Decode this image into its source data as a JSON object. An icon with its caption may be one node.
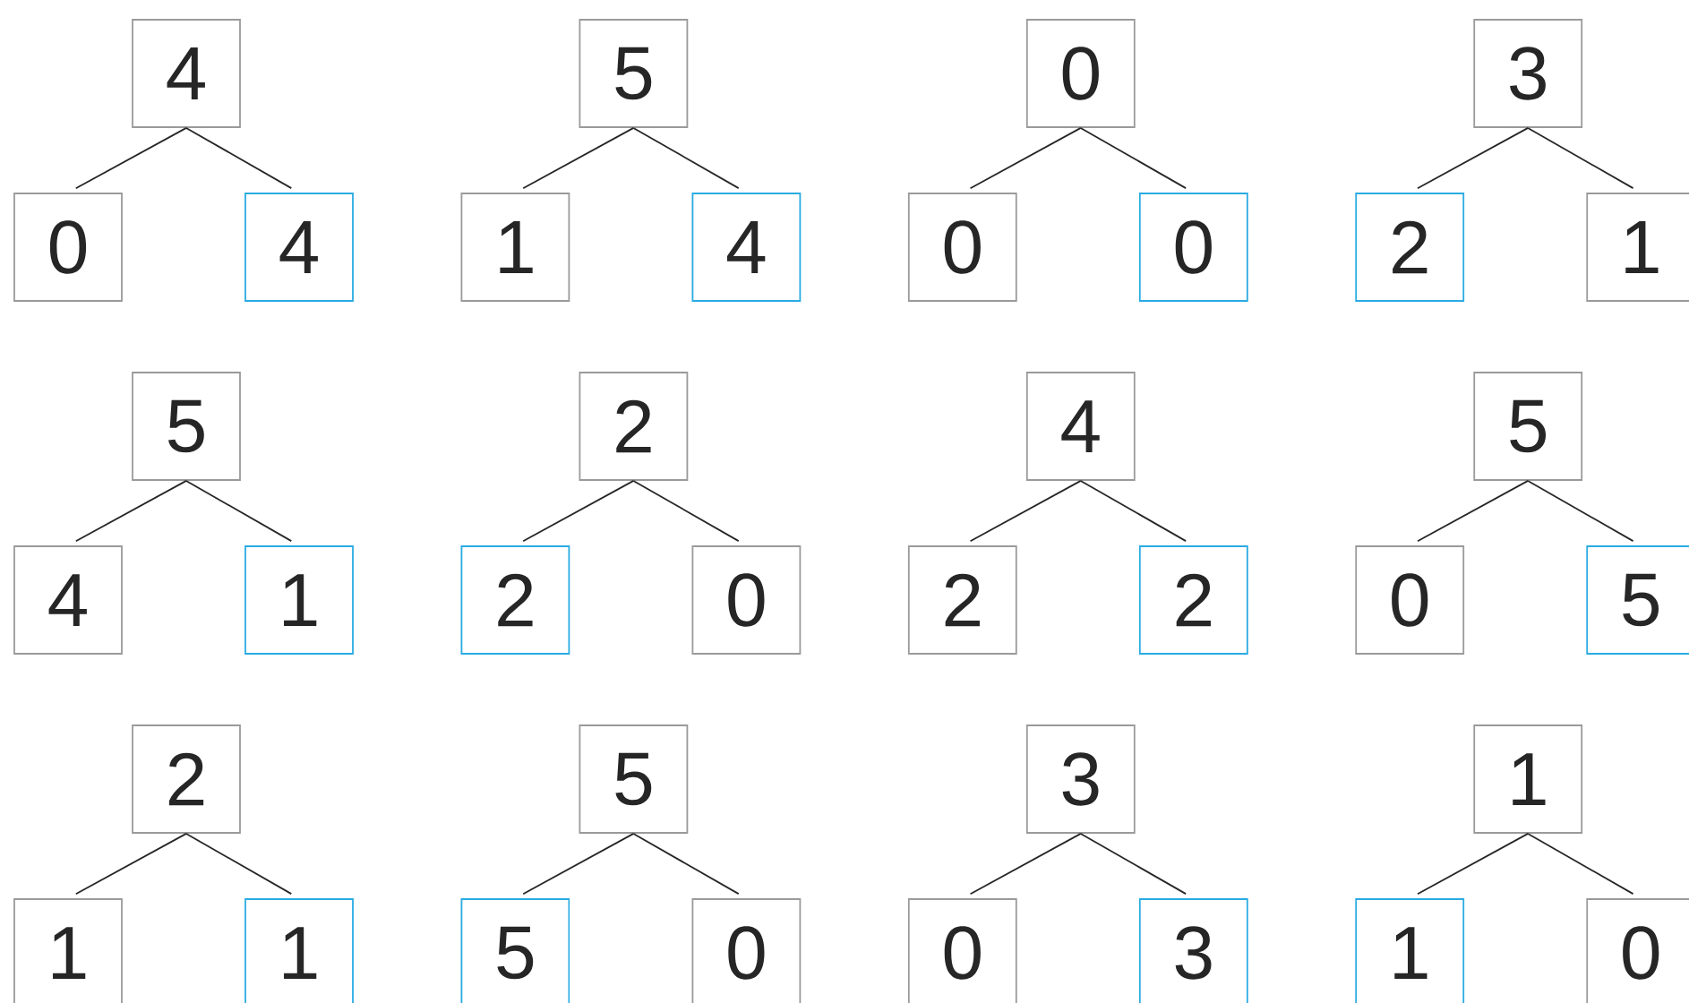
{
  "diagram": {
    "nodes": [
      {
        "text": [
          "4"
        ]
      },
      {
        "text": [
          "0"
        ]
      },
      {
        "text": [
          "4"
        ]
      },
      {
        "text": [
          "5"
        ]
      },
      {
        "text": [
          "1"
        ]
      },
      {
        "text": [
          "4"
        ]
      },
      {
        "text": [
          "0"
        ]
      },
      {
        "text": [
          "0"
        ]
      },
      {
        "text": [
          "0"
        ]
      },
      {
        "text": [
          "3"
        ]
      },
      {
        "text": [
          "2"
        ]
      },
      {
        "text": [
          "1"
        ]
      },
      {
        "text": [
          "5"
        ]
      },
      {
        "text": [
          "4"
        ]
      },
      {
        "text": [
          "1"
        ]
      },
      {
        "text": [
          "2"
        ]
      },
      {
        "text": [
          "2"
        ]
      },
      {
        "text": [
          "0"
        ]
      },
      {
        "text": [
          "4"
        ]
      },
      {
        "text": [
          "2"
        ]
      },
      {
        "text": [
          "2"
        ]
      },
      {
        "text": [
          "5"
        ]
      },
      {
        "text": [
          "0"
        ]
      },
      {
        "text": [
          "5"
        ]
      },
      {
        "text": [
          "2"
        ]
      },
      {
        "text": [
          "1"
        ]
      },
      {
        "text": [
          "1"
        ]
      },
      {
        "text": [
          "5"
        ]
      },
      {
        "text": [
          "5"
        ]
      },
      {
        "text": [
          "0"
        ]
      },
      {
        "text": [
          "3"
        ]
      },
      {
        "text": [
          "0"
        ]
      },
      {
        "text": [
          "3"
        ]
      },
      {
        "text": [
          "1"
        ]
      },
      {
        "text": [
          "1"
        ]
      },
      {
        "text": [
          "0"
        ]
      }
    ],
    "edges": [
      {
        "from": 0,
        "to": 1,
        "arrow": "none"
      },
      {
        "from": 0,
        "to": 2,
        "arrow": "none"
      },
      {
        "from": 3,
        "to": 4,
        "arrow": "none"
      },
      {
        "from": 3,
        "to": 5,
        "arrow": "none"
      },
      {
        "from": 6,
        "to": 7,
        "arrow": "none"
      },
      {
        "from": 6,
        "to": 8,
        "arrow": "none"
      },
      {
        "from": 9,
        "to": 10,
        "arrow": "none"
      },
      {
        "from": 9,
        "to": 11,
        "arrow": "none"
      },
      {
        "from": 12,
        "to": 13,
        "arrow": "none"
      },
      {
        "from": 12,
        "to": 14,
        "arrow": "none"
      },
      {
        "from": 15,
        "to": 16,
        "arrow": "none"
      },
      {
        "from": 15,
        "to": 17,
        "arrow": "none"
      },
      {
        "from": 18,
        "to": 19,
        "arrow": "none"
      },
      {
        "from": 18,
        "to": 20,
        "arrow": "none"
      },
      {
        "from": 21,
        "to": 22,
        "arrow": "none"
      },
      {
        "from": 21,
        "to": 23,
        "arrow": "none"
      },
      {
        "from": 24,
        "to": 25,
        "arrow": "none"
      },
      {
        "from": 24,
        "to": 26,
        "arrow": "none"
      },
      {
        "from": 27,
        "to": 28,
        "arrow": "none"
      },
      {
        "from": 27,
        "to": 29,
        "arrow": "none"
      },
      {
        "from": 30,
        "to": 31,
        "arrow": "none"
      },
      {
        "from": 30,
        "to": 32,
        "arrow": "none"
      },
      {
        "from": 33,
        "to": 34,
        "arrow": "none"
      },
      {
        "from": 33,
        "to": 35,
        "arrow": "none"
      }
    ]
  }
}
